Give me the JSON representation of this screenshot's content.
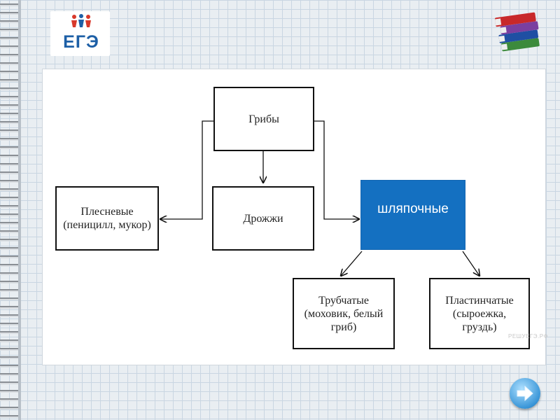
{
  "logo": {
    "text": "ЕГЭ"
  },
  "diagram": {
    "root": "Грибы",
    "molds": "Плесневые (пеницилл, мукор)",
    "yeast": "Дрожжи",
    "cap": "шляпочные",
    "tubular": "Трубчатые (моховик, белый гриб)",
    "lamellar": "Пластинчатые (сыроежка, груздь)",
    "watermark": "РЕШУЕГЭ.РФ"
  },
  "colors": {
    "highlight": "#1470c1",
    "logo_blue": "#1d5fa6"
  },
  "icons": {
    "books": "books-icon",
    "next": "arrow-right-icon"
  }
}
